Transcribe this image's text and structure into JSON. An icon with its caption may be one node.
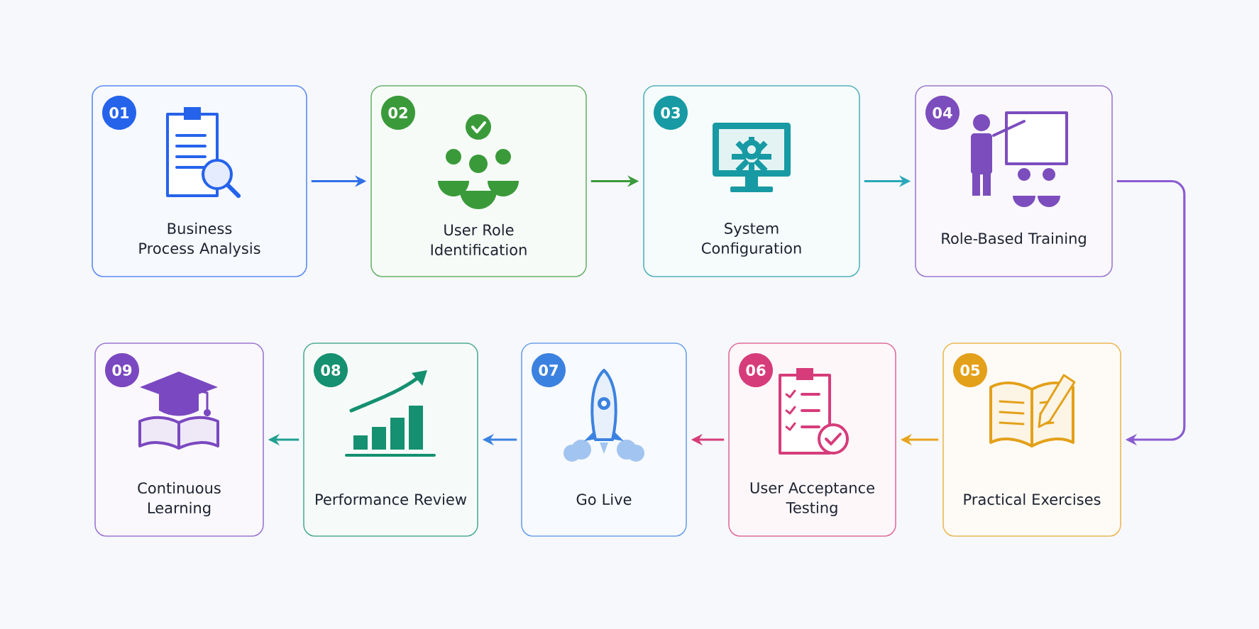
{
  "diagram": {
    "nodes": [
      {
        "text": [
          "01",
          "Business Process Analysis"
        ]
      },
      {
        "text": [
          "02",
          "User Role Identification"
        ]
      },
      {
        "text": [
          "03",
          "System Configuration"
        ]
      },
      {
        "text": [
          "04",
          "Role-Based Training"
        ]
      },
      {
        "text": [
          "05",
          "Practical Exercises"
        ]
      },
      {
        "text": [
          "06",
          "User Acceptance Testing"
        ]
      },
      {
        "text": [
          "07",
          "Go Live"
        ]
      },
      {
        "text": [
          "08",
          "Performance Review"
        ]
      },
      {
        "text": [
          "09",
          "Continuous Learning"
        ]
      }
    ],
    "edges": [
      {
        "from": 0,
        "to": 1,
        "arrow": "to",
        "color": "#2f6fe8"
      },
      {
        "from": 1,
        "to": 2,
        "arrow": "to",
        "color": "#3a9a3a"
      },
      {
        "from": 2,
        "to": 3,
        "arrow": "to",
        "color": "#2aa8b8"
      },
      {
        "from": 3,
        "to": 4,
        "arrow": "to",
        "color": "#8a5cd0"
      },
      {
        "from": 4,
        "to": 5,
        "arrow": "to",
        "color": "#e8a41c"
      },
      {
        "from": 5,
        "to": 6,
        "arrow": "to",
        "color": "#d63c7a"
      },
      {
        "from": 6,
        "to": 7,
        "arrow": "to",
        "color": "#3b82e0"
      },
      {
        "from": 7,
        "to": 8,
        "arrow": "to",
        "color": "#20a090"
      }
    ]
  }
}
